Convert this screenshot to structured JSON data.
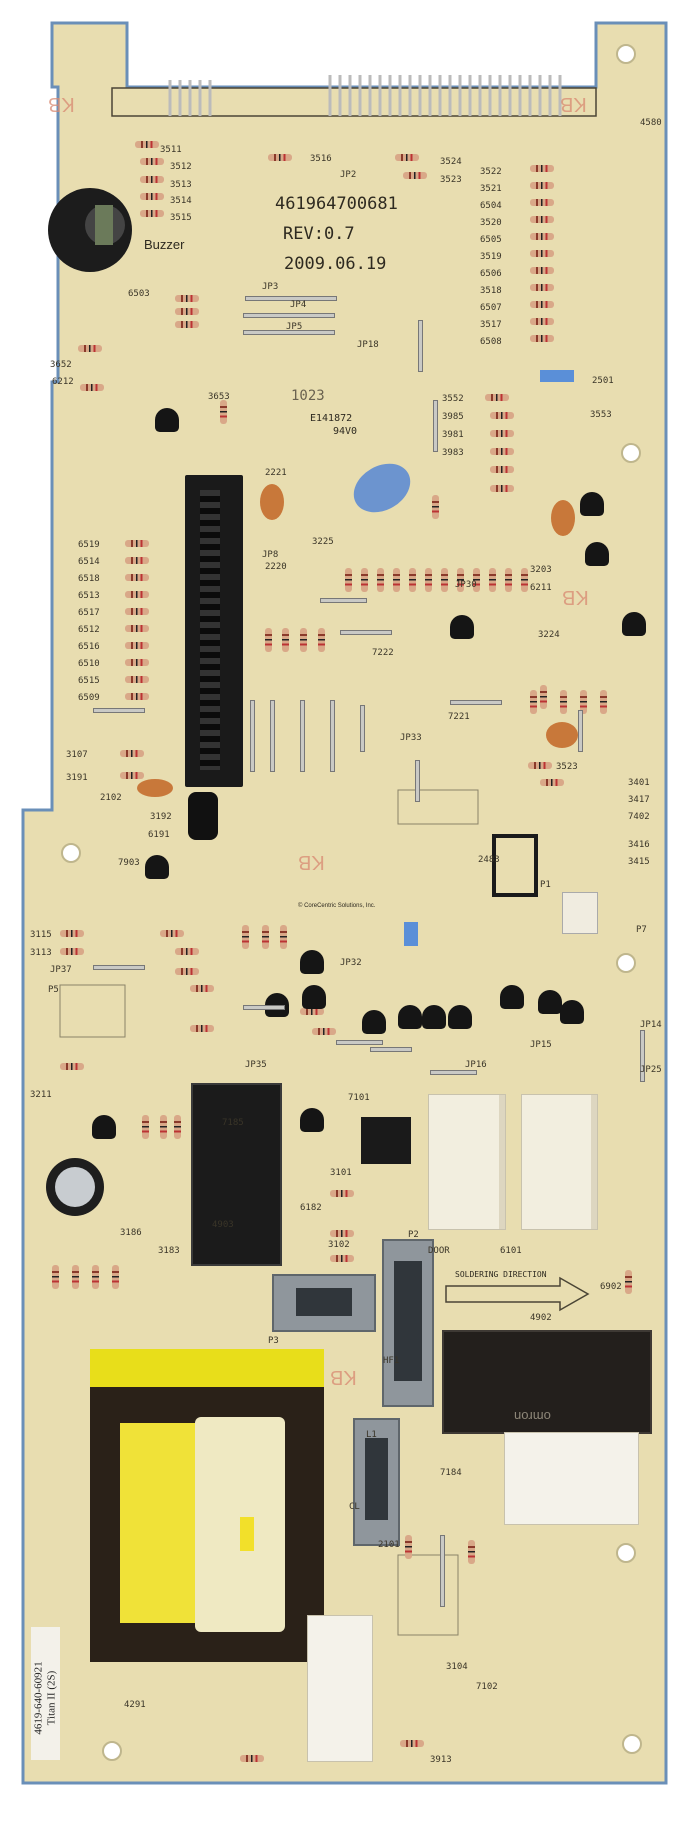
{
  "board": {
    "part_number": "461964700681",
    "revision": "REV:0.7",
    "date": "2009.06.19",
    "buzzer_label": "Buzzer",
    "batch_code": "1023",
    "ul_file": "E141872",
    "flammability": "94V0",
    "sticker_line1": "4619-640-60921",
    "sticker_line2": "Titan II (2S)",
    "soldering_direction": "SOLDERING DIRECTION",
    "relay_brand": "omron",
    "copyright": "© CoreCentric Solutions, Inc.",
    "kb_mark": "KB"
  },
  "designators": [
    "3511",
    "3512",
    "3513",
    "3514",
    "3515",
    "3516",
    "3524",
    "3523",
    "3522",
    "3521",
    "6504",
    "3520",
    "6505",
    "3519",
    "6506",
    "3518",
    "6507",
    "3517",
    "6508",
    "6503",
    "3652",
    "6212",
    "3653",
    "2221",
    "3225",
    "2220",
    "6519",
    "6514",
    "6518",
    "6513",
    "6517",
    "6512",
    "6516",
    "6510",
    "6515",
    "6509",
    "3107",
    "3191",
    "2102",
    "3192",
    "6191",
    "7903",
    "3115",
    "3113",
    "3211",
    "4580",
    "2501",
    "3553",
    "3552",
    "3985",
    "3981",
    "3983",
    "7222",
    "7221",
    "3203",
    "6211",
    "3224",
    "3523",
    "3401",
    "3417",
    "7402",
    "3416",
    "3415",
    "2483",
    "P1",
    "P7",
    "P5",
    "7101",
    "3101",
    "6182",
    "3102",
    "6101",
    "4902",
    "6902",
    "2101",
    "3104",
    "7102",
    "3913",
    "4291",
    "4903",
    "3183",
    "3186",
    "7185",
    "P3",
    "P2",
    "DOOR",
    "L1",
    "HF1",
    "CL",
    "7184",
    "JP2",
    "JP3",
    "JP4",
    "JP5",
    "JP8",
    "JP18",
    "JP30",
    "JP32",
    "JP33",
    "JP35",
    "JP37",
    "JP15",
    "JP16",
    "JP14",
    "JP25"
  ]
}
